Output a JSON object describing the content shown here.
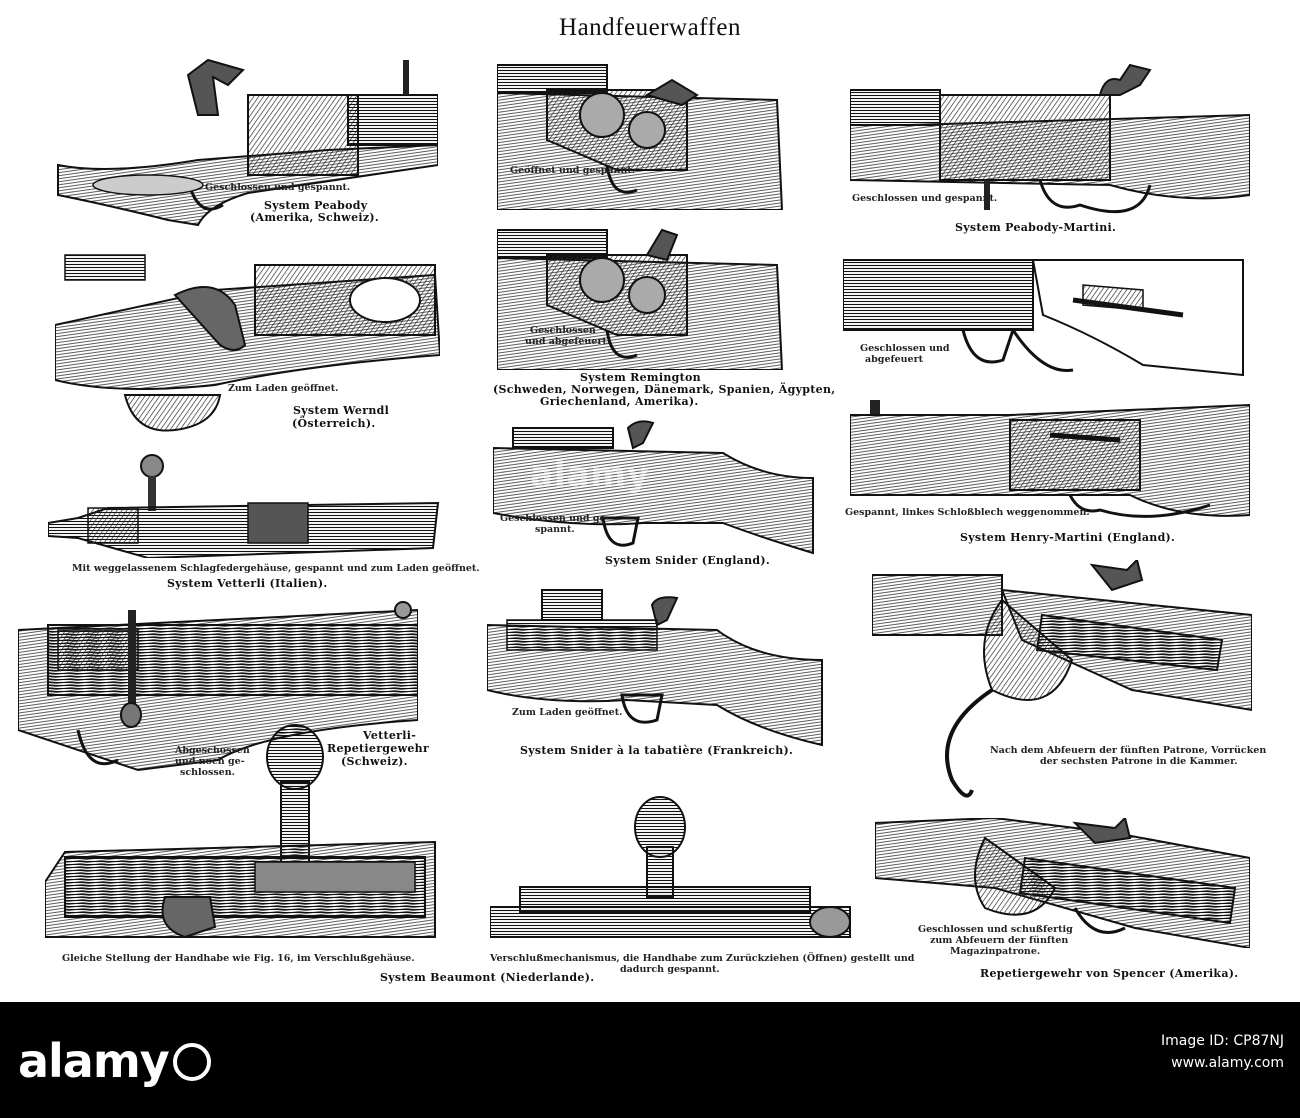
{
  "title": "Handfeuerwaffen",
  "captions": {
    "peabody_state": "Geschlossen und gespannt.",
    "peabody_name": "System Peabody",
    "peabody_country": "(Amerika, Schweiz).",
    "werndl_state": "Zum Laden geöffnet.",
    "werndl_name": "System Werndl",
    "werndl_country": "(Österreich).",
    "vetterli_state": "Mit weggelassenem Schlagfedergehäuse, gespannt und zum Laden geöffnet.",
    "vetterli_name": "System Vetterli (Italien).",
    "vetterli_rep_name_1": "Vetterli-",
    "vetterli_rep_name_2": "Repetiergewehr",
    "vetterli_rep_name_3": "(Schweiz).",
    "vetterli_rep_state_1": "Abgeschossen",
    "vetterli_rep_state_2": "und noch ge-",
    "vetterli_rep_state_3": "schlossen.",
    "remington_open": "Geöffnet und gespannt.",
    "remington_closed_1": "Geschlossen",
    "remington_closed_2": "und abgefeuert.",
    "remington_name": "System Remington",
    "remington_countries_1": "(Schweden, Norwegen, Dänemark, Spanien, Ägypten,",
    "remington_countries_2": "Griechenland, Amerika).",
    "snider_state_1": "Geschlossen und ge-",
    "snider_state_2": "spannt.",
    "snider_name": "System Snider (England).",
    "snider_fr_state": "Zum Laden geöffnet.",
    "snider_fr_name": "System Snider à la tabatière (Frankreich).",
    "pm_state": "Geschlossen und gespannt.",
    "pm_name": "System Peabody-Martini.",
    "pm_fired_1": "Geschlossen und",
    "pm_fired_2": "abgefeuert",
    "hm_state": "Gespannt, linkes Schloßblech weggenommen.",
    "hm_name": "System Henry-Martini (England).",
    "spencer_state_1": "Nach dem Abfeuern der fünften Patrone, Vorrücken",
    "spencer_state_2": "der sechsten Patrone in die Kammer.",
    "spencer2_state_1": "Geschlossen und schußfertig",
    "spencer2_state_2": "zum Abfeuern der fünften",
    "spencer2_state_3": "Magazinpatrone.",
    "spencer_name": "Repetiergewehr von Spencer (Amerika).",
    "beaumont_state": "Gleiche Stellung der Handhabe wie Fig. 16, im Verschlußgehäuse.",
    "beaumont_name": "System Beaumont (Niederlande).",
    "beaumont2_state_1": "Verschlußmechanismus, die Handhabe zum Zurückziehen (Öffnen) gestellt und",
    "beaumont2_state_2": "dadurch gespannt."
  },
  "watermark": "alamy",
  "footer": {
    "logo": "alamy",
    "image_id": "Image ID: CP87NJ",
    "url": "www.alamy.com"
  },
  "colors": {
    "ink": "#111111",
    "paper": "#ffffff",
    "footer": "#000000"
  }
}
